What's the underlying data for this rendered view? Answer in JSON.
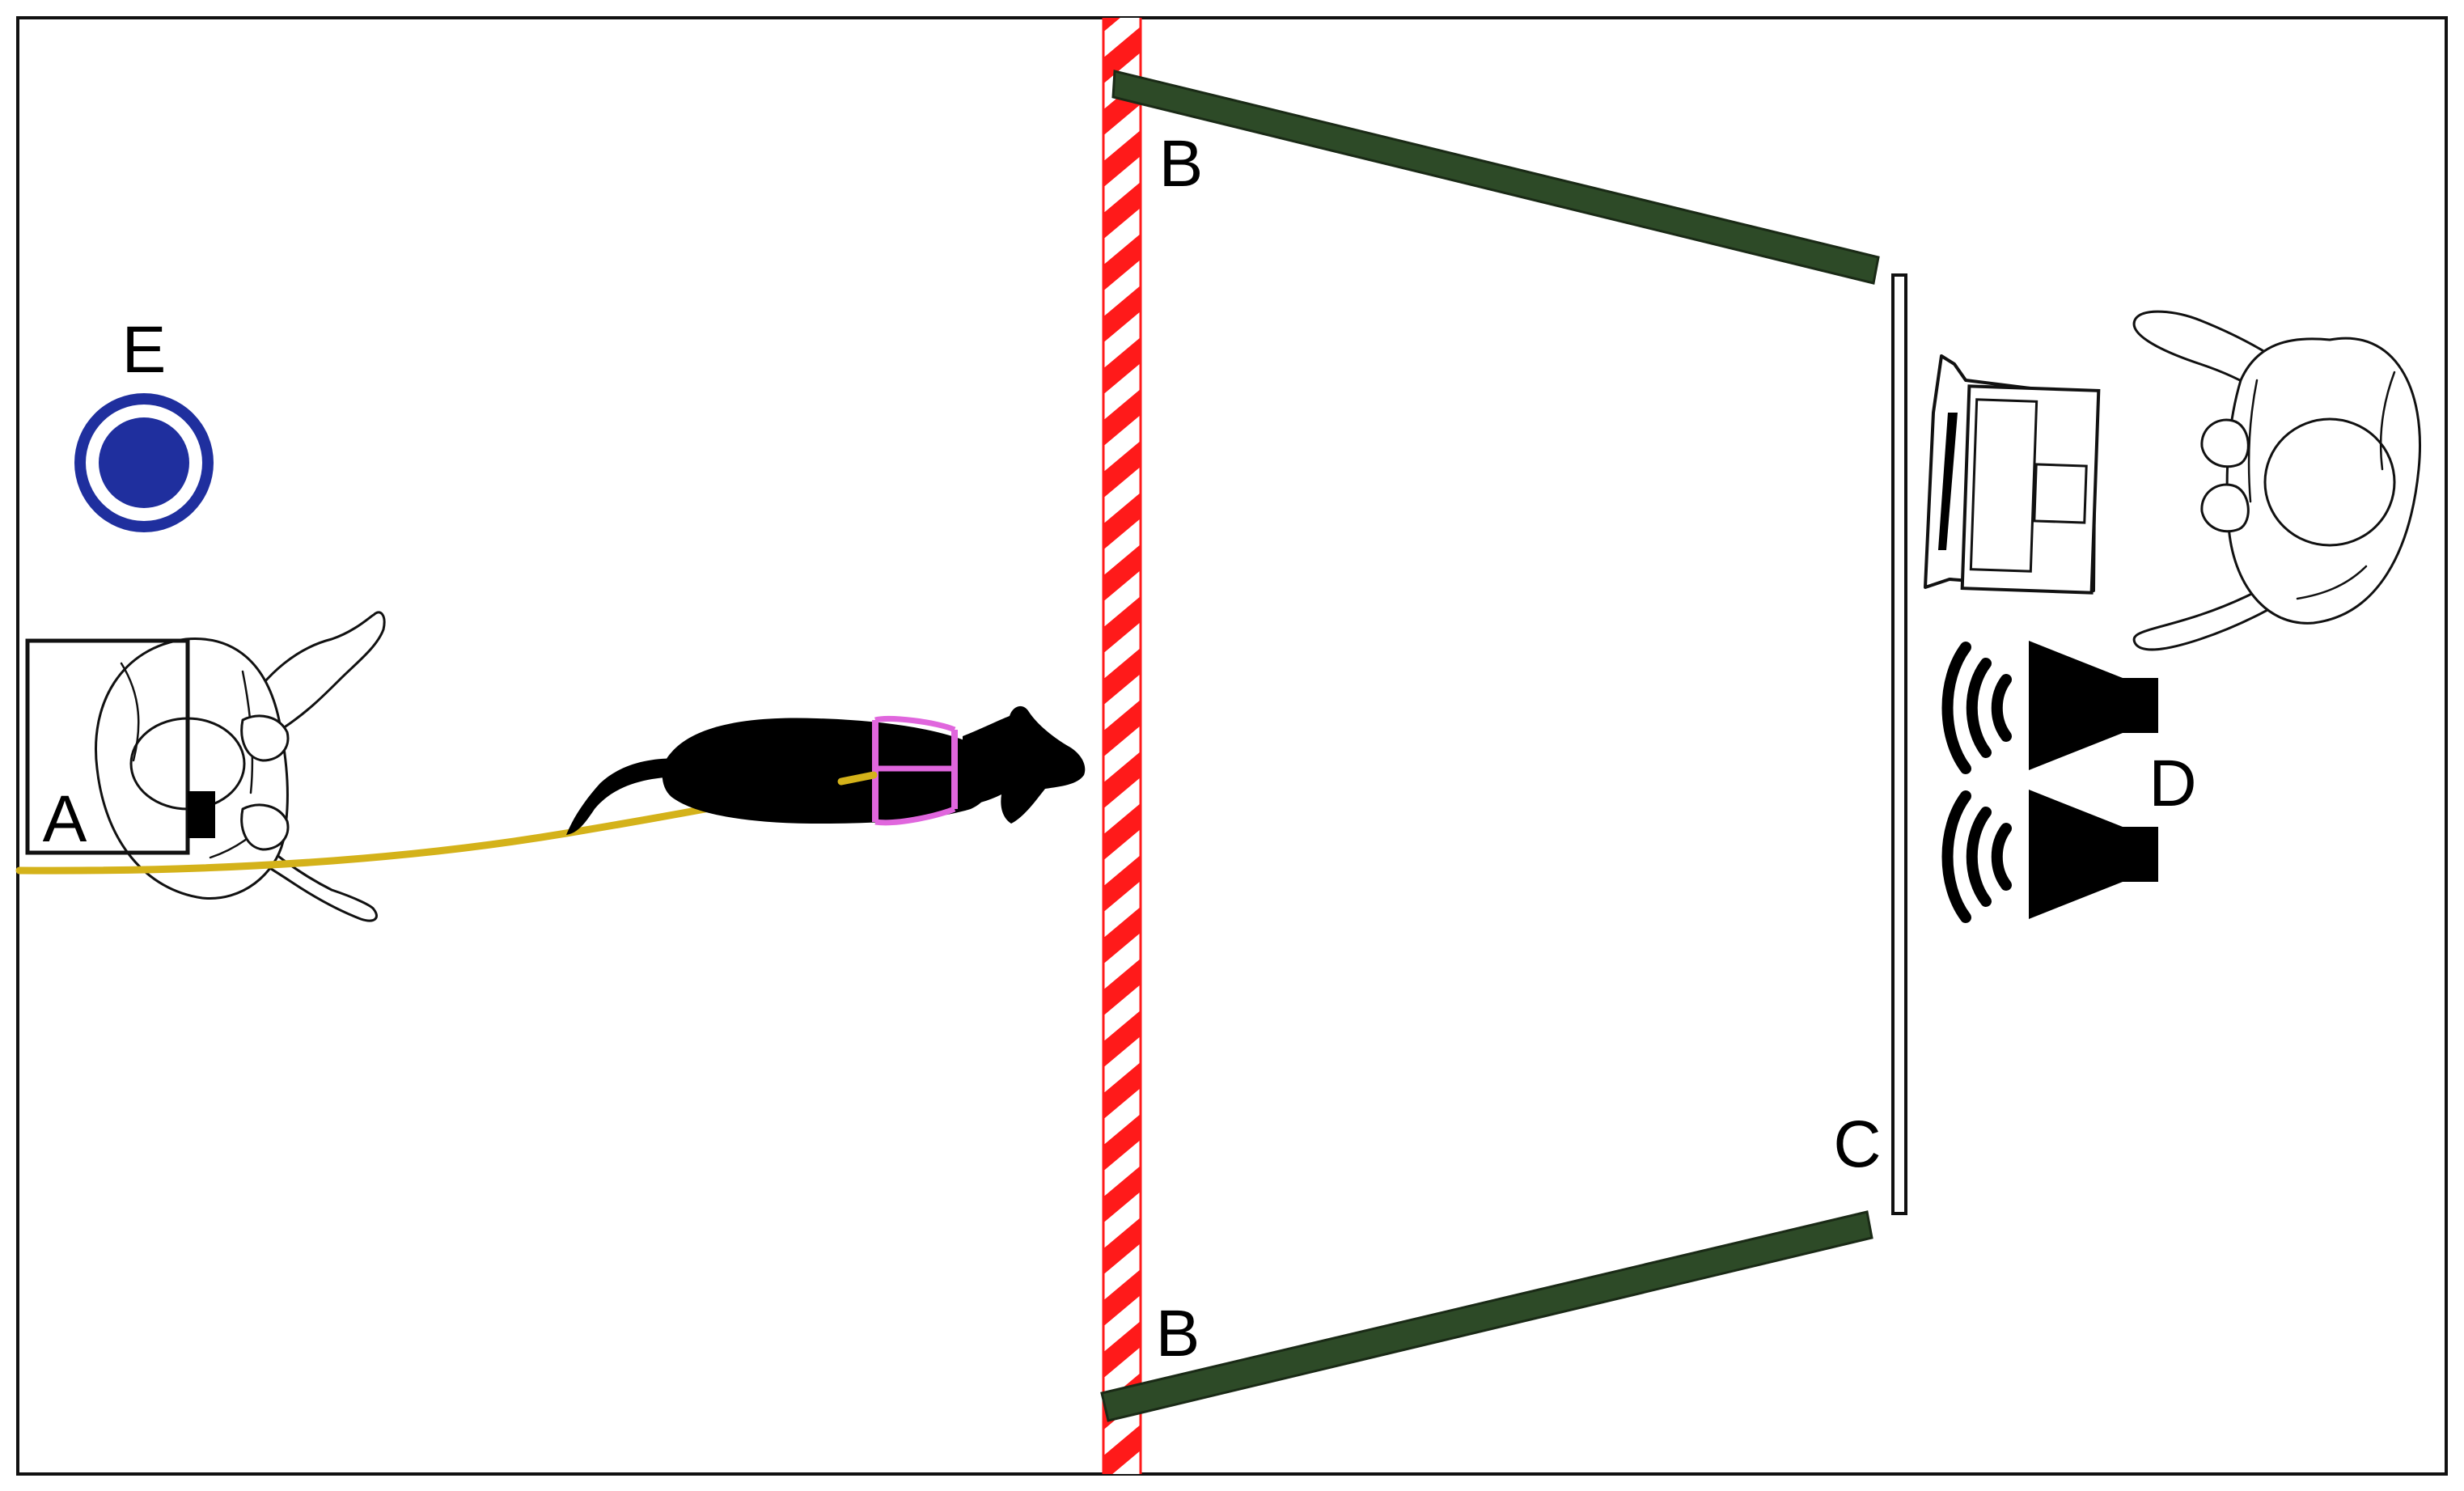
{
  "labels": {
    "a": "A",
    "b_top": "B",
    "b_bottom": "B",
    "c": "C",
    "d": "D",
    "e": "E"
  },
  "colors": {
    "border": "#111111",
    "barrier_red": "#ff1a1a",
    "panel_green": "#2d4a27",
    "leash_yellow": "#d4b21a",
    "harness_pink": "#e066dd",
    "dog_black": "#000000",
    "marker_blue": "#1f2f9e"
  },
  "icons": [
    "person-top-view-icon",
    "dog-top-view-icon",
    "laptop-icon",
    "speaker-icon",
    "marker-icon"
  ]
}
